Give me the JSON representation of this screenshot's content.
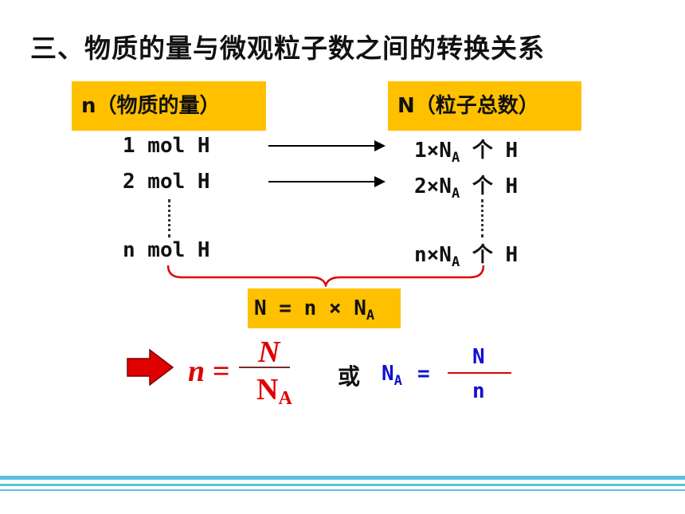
{
  "title": "三、物质的量与微观粒子数之间的转换关系",
  "left_header": "n（物质的量）",
  "right_header": "N（粒子总数）",
  "rows": [
    {
      "left": "1 mol H",
      "right_coef": "1×N",
      "right_sub": "A",
      "right_tail": " 个 H"
    },
    {
      "left": "2 mol H",
      "right_coef": "2×N",
      "right_sub": "A",
      "right_tail": " 个 H"
    },
    {
      "left": "n mol H",
      "right_coef": "n×N",
      "right_sub": "A",
      "right_tail": " 个 H"
    }
  ],
  "formula_main": {
    "text": "N = n × N",
    "sub": "A"
  },
  "formula_left": {
    "lhs": "n =",
    "numerator": "N",
    "denominator": "N",
    "denominator_sub": "A"
  },
  "connector": "或",
  "formula_right": {
    "lhs": "N",
    "lhs_sub": "A",
    "eq": "=",
    "numerator": "N",
    "denominator": "n"
  },
  "colors": {
    "highlight": "#FFC000",
    "red": "#E00000",
    "blue": "#1010D0",
    "stripe": "#5BC0DE"
  },
  "icons": [
    "right-arrow-icon"
  ]
}
